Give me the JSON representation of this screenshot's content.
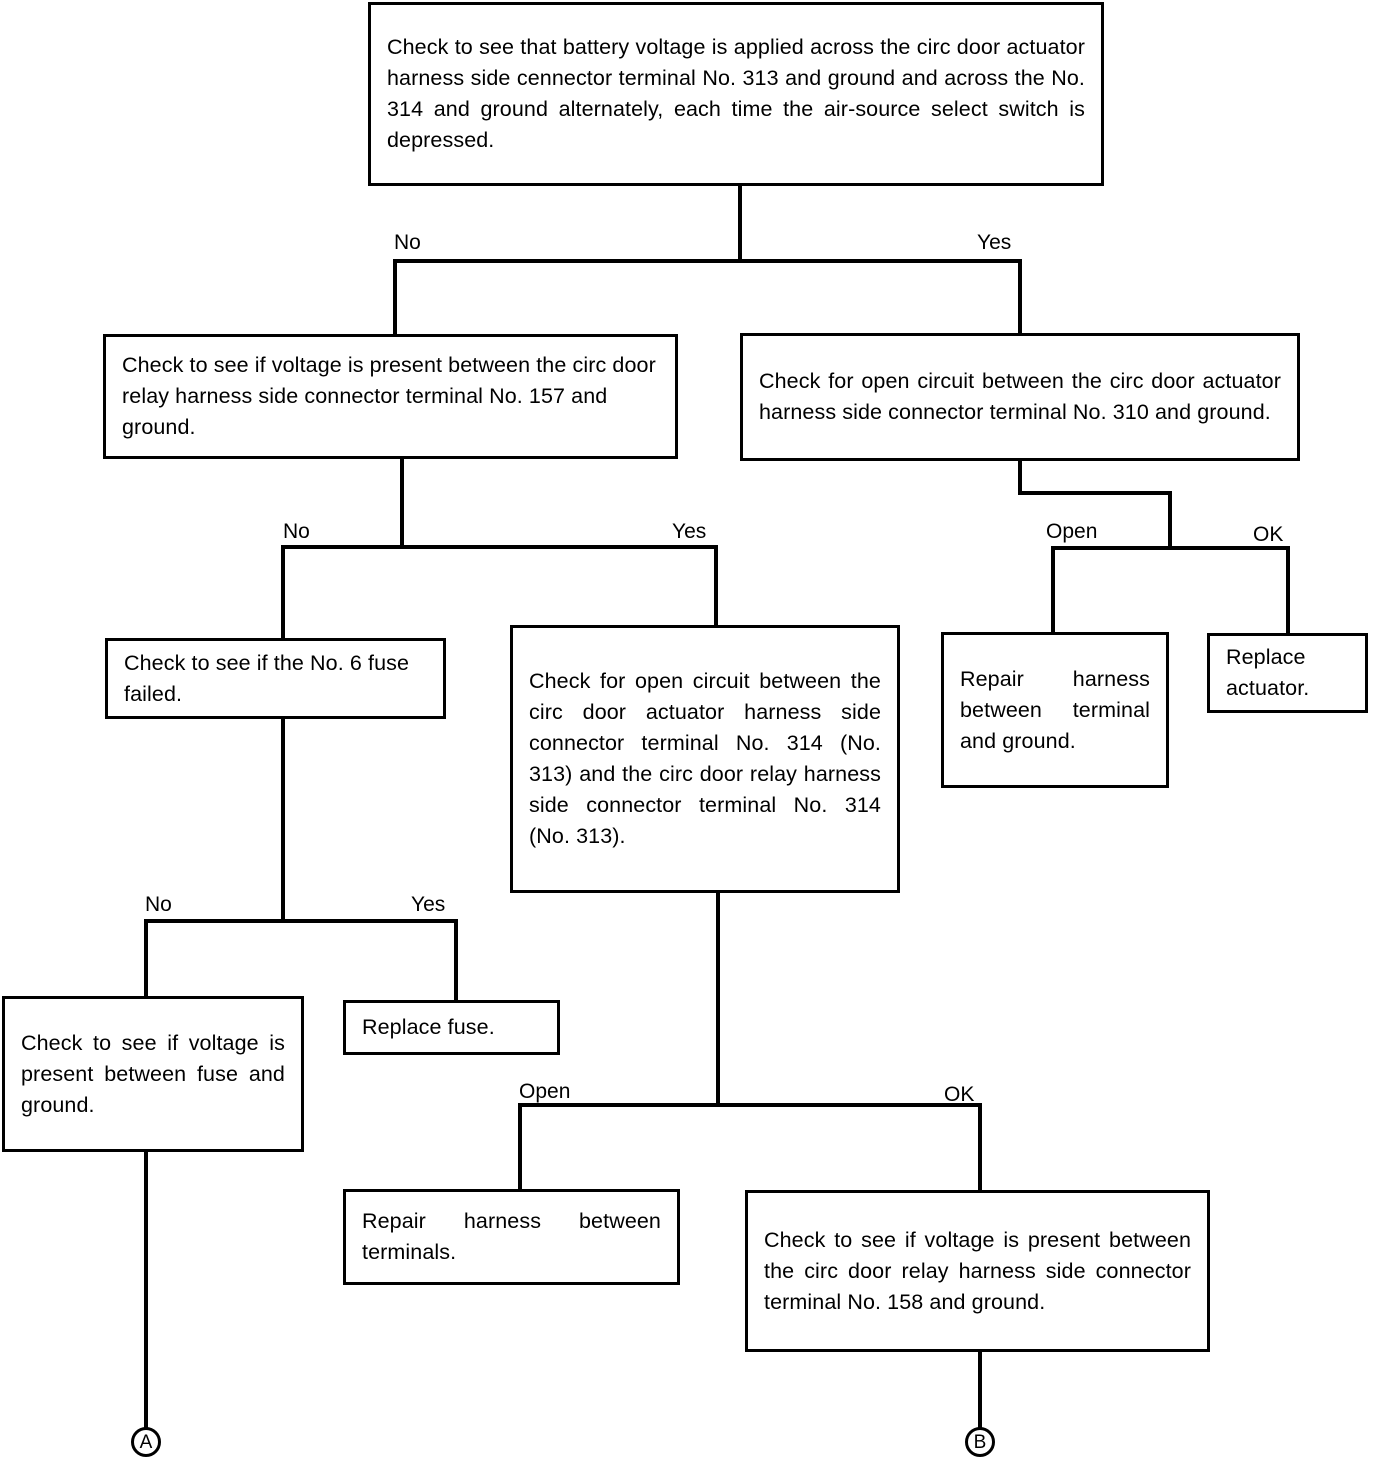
{
  "diagram": {
    "type": "flowchart",
    "title": "Circ door actuator / circ door relay troubleshooting flow chart",
    "line_color": "#000000",
    "background_color": "#ffffff",
    "text_color": "#000000",
    "nodes": {
      "n1_top_check": "Check to see that battery voltage is applied across the circ door actuator harness side cennector terminal No. 313 and ground and across the No. 314 and ground alternately, each time the air-source select switch is depressed.",
      "n2_relay_157": "Check to see if voltage is present between the circ door relay harness side connector terminal No. 157 and ground.",
      "n3_actuator_310": "Check for open circuit between the circ door actuator harness side connector terminal No. 310 and ground.",
      "n4_fuse6": "Check to see if the No. 6 fuse failed.",
      "n5_open_314_313": "Check for open circuit between the circ door actuator harness side connector terminal No. 314 (No. 313) and the circ door relay harness side connector terminal No. 314 (No. 313).",
      "n6_repair_ground": "Repair harness between terminal and ground.",
      "n7_replace_actuator": "Replace actuator.",
      "n8_voltage_fuse": "Check to see if voltage is present between fuse and ground.",
      "n9_replace_fuse": "Replace fuse.",
      "n10_repair_terminals": "Repair harness between terminals.",
      "n11_relay_158": "Check to see if voltage is present between the circ door relay harness side connector terminal No. 158 and ground."
    },
    "edge_labels": {
      "e1_no": "No",
      "e1_yes": "Yes",
      "e2_no": "No",
      "e2_yes": "Yes",
      "e3_open": "Open",
      "e3_ok": "OK",
      "e4_no": "No",
      "e4_yes": "Yes",
      "e5_open": "Open",
      "e5_ok": "OK"
    },
    "connectors": {
      "a": "A",
      "b": "B"
    }
  }
}
